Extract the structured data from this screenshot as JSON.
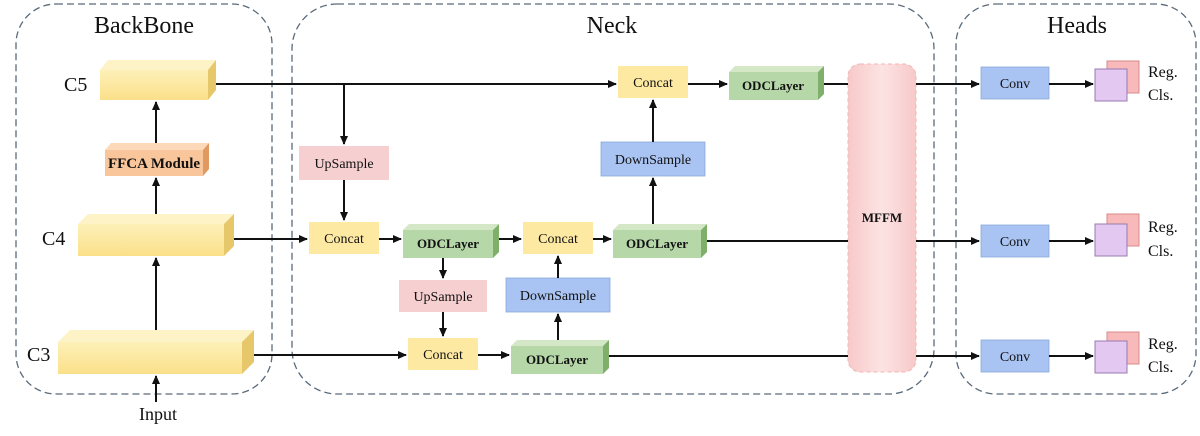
{
  "sections": {
    "backbone": "BackBone",
    "neck": "Neck",
    "heads": "Heads"
  },
  "backbone": {
    "levels": {
      "c5": "C5",
      "c4": "C4",
      "c3": "C3"
    },
    "ffca": "FFCA Module",
    "input": "Input"
  },
  "neck": {
    "concat": "Concat",
    "upsample": "UpSample",
    "downsample": "DownSample",
    "odclayer": "ODCLayer",
    "mffm": "MFFM"
  },
  "heads": {
    "conv": "Conv",
    "reg": "Reg.",
    "cls": "Cls."
  },
  "colors": {
    "yellow_box": "#fde9a2",
    "orange_box": "#f9c59a",
    "pink_box": "#f6cfd0",
    "blue_box": "#a9c4f2",
    "green_box": "#b6d7a8",
    "mffm": "#f9d4d4",
    "head_front": "#e3c8f2",
    "head_back": "#f7b9b9",
    "section_border": "#5a6a7a"
  }
}
